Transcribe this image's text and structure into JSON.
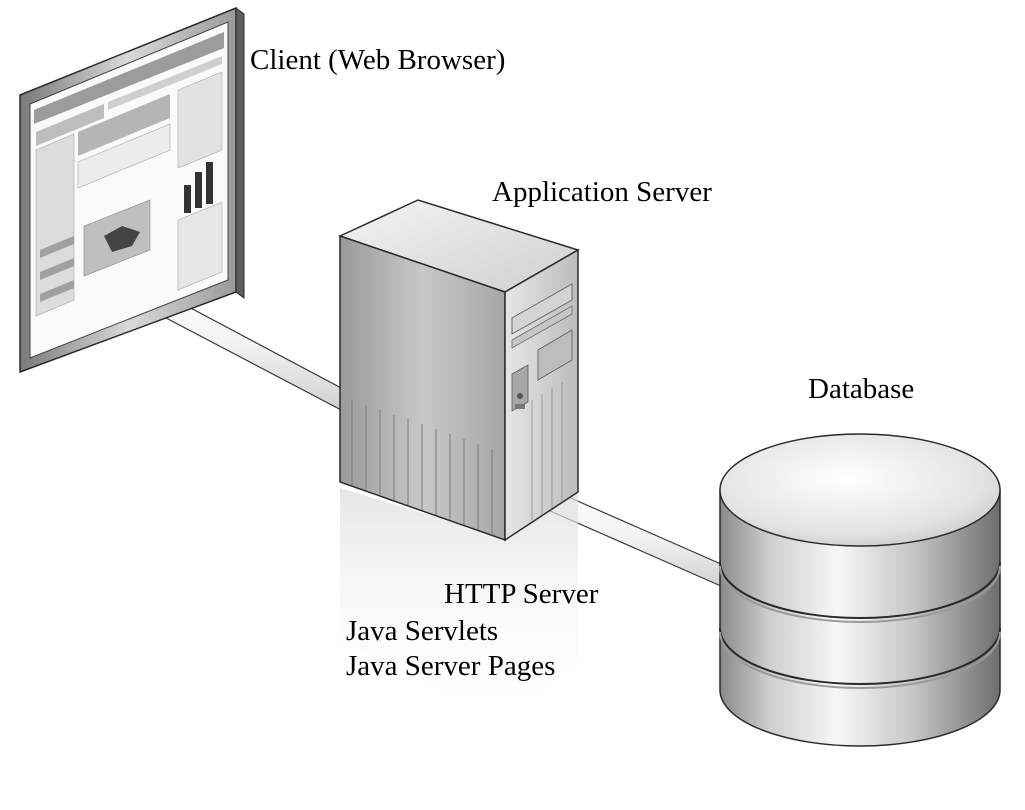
{
  "labels": {
    "client": "Client (Web Browser)",
    "app_server": "Application Server",
    "database": "Database",
    "http_server": "HTTP Server",
    "java_servlets": "Java Servlets",
    "java_server_pages": "Java Server Pages"
  },
  "colors": {
    "background": "#ffffff",
    "text": "#000000",
    "outline": "#2a2a2a"
  },
  "icons": {
    "client": "monitor-icon",
    "app_server": "server-tower-icon",
    "database": "database-cylinder-icon"
  }
}
